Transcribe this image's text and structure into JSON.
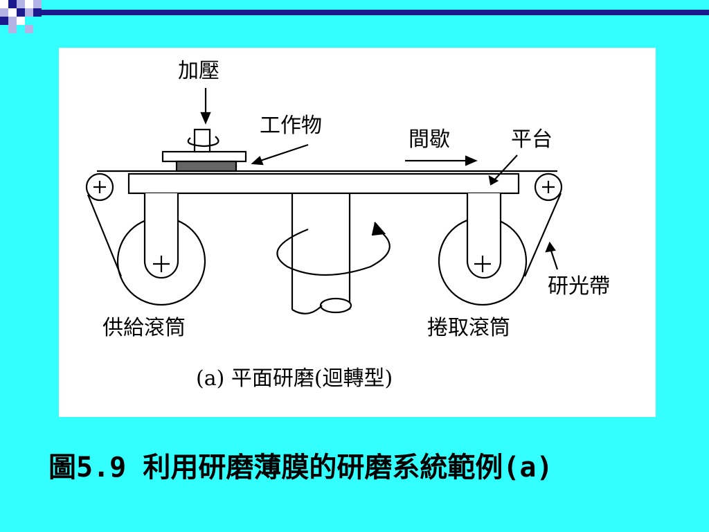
{
  "diagram": {
    "labels": {
      "pressure": "加壓",
      "workpiece": "工作物",
      "intermittent": "間歇",
      "platform": "平台",
      "supply_roller": "供給滾筒",
      "takeup_roller": "捲取滾筒",
      "abrasive_tape": "研光帶",
      "subcaption": "(a) 平面研磨(迴轉型)"
    }
  },
  "caption": "圖5.9 利用研磨薄膜的研磨系統範例(a)",
  "colors": {
    "background": "#33ffff",
    "panel": "#ffffff",
    "deco_dark": "#1a1a8c",
    "deco_light": "#b3b3e6"
  }
}
